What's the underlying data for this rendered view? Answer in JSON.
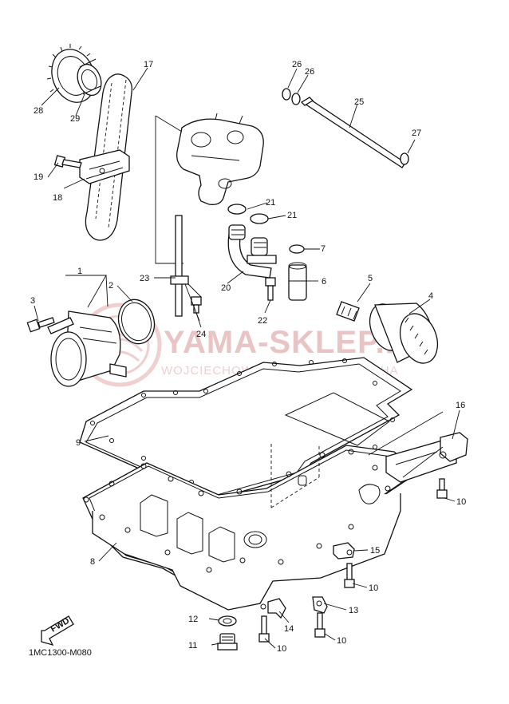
{
  "diagram": {
    "code": "1MC1300-M080",
    "fwd_label": "FWD",
    "watermark_brand": "YAMA-SKLEP.PL",
    "watermark_dealer": "WOJCIECHOWICZ / DEALER YAMAHA",
    "callouts": {
      "c1": "1",
      "c2": "2",
      "c3": "3",
      "c4": "4",
      "c5": "5",
      "c6": "6",
      "c7": "7",
      "c8": "8",
      "c9": "9",
      "c10a": "10",
      "c10b": "10",
      "c10c": "10",
      "c10d": "10",
      "c11": "11",
      "c12": "12",
      "c13": "13",
      "c14": "14",
      "c15": "15",
      "c16": "16",
      "c17": "17",
      "c18": "18",
      "c19": "19",
      "c20": "20",
      "c21a": "21",
      "c21b": "21",
      "c22": "22",
      "c23": "23",
      "c24": "24",
      "c25": "25",
      "c26a": "26",
      "c26b": "26",
      "c27": "27",
      "c28": "28",
      "c29": "29"
    },
    "colors": {
      "line": "#111111",
      "watermark": "#e8c4c4"
    }
  }
}
